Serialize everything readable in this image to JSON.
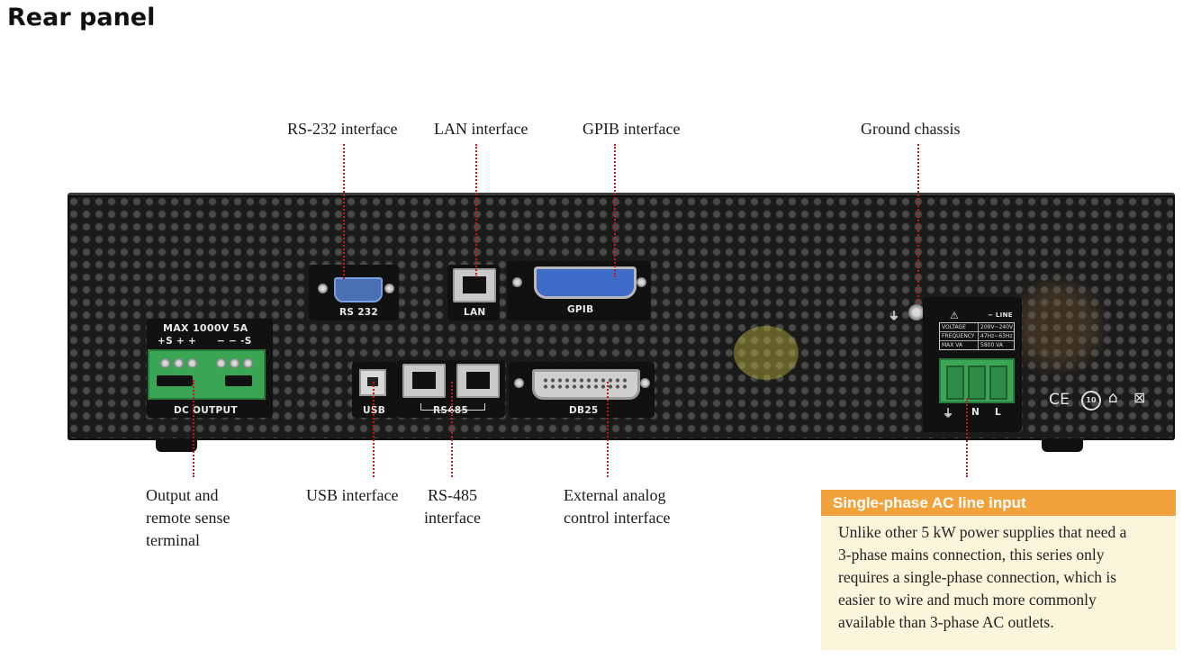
{
  "title": "Rear panel",
  "callouts": {
    "rs232": "RS-232 interface",
    "lan": "LAN interface",
    "gpib": "GPIB interface",
    "ground": "Ground chassis",
    "output_line1": "Output and",
    "output_line2": "remote sense",
    "output_line3": "terminal",
    "usb": "USB interface",
    "rs485_line1": "RS-485",
    "rs485_line2": "interface",
    "analog_line1": "External analog",
    "analog_line2": "control interface"
  },
  "panel_labels": {
    "rs232": "RS 232",
    "lan": "LAN",
    "gpib": "GPIB",
    "usb": "USB",
    "rs485": "RS485",
    "db25": "DB25",
    "dc_output": "DC OUTPUT",
    "max_rating": "MAX  1000V  5A",
    "sense_left": "+S + +",
    "sense_right": "− − -S",
    "neutral": "N",
    "line": "L",
    "line_symbol": "~ LINE",
    "rating_table": [
      [
        "VOLTAGE",
        "200V~240V"
      ],
      [
        "FREQUENCY",
        "47Hz~63Hz"
      ],
      [
        "MAX VA",
        "5800 VA"
      ]
    ],
    "ce_mark": "CE",
    "eco_mark": "10"
  },
  "info_box": {
    "heading": "Single-phase AC line input",
    "line1": "Unlike other 5 kW power supplies that need a",
    "line2": "3-phase mains connection, this series only",
    "line3": "requires a single-phase connection, which is",
    "line4": "easier to wire and much more commonly",
    "line5": "available than 3-phase AC outlets."
  },
  "colors": {
    "leader": "#c4161c",
    "info_header": "#f2a23a",
    "info_background": "#fdf4dc",
    "terminal_green": "#3aa655",
    "db9_blue": "#4a6fb5"
  }
}
